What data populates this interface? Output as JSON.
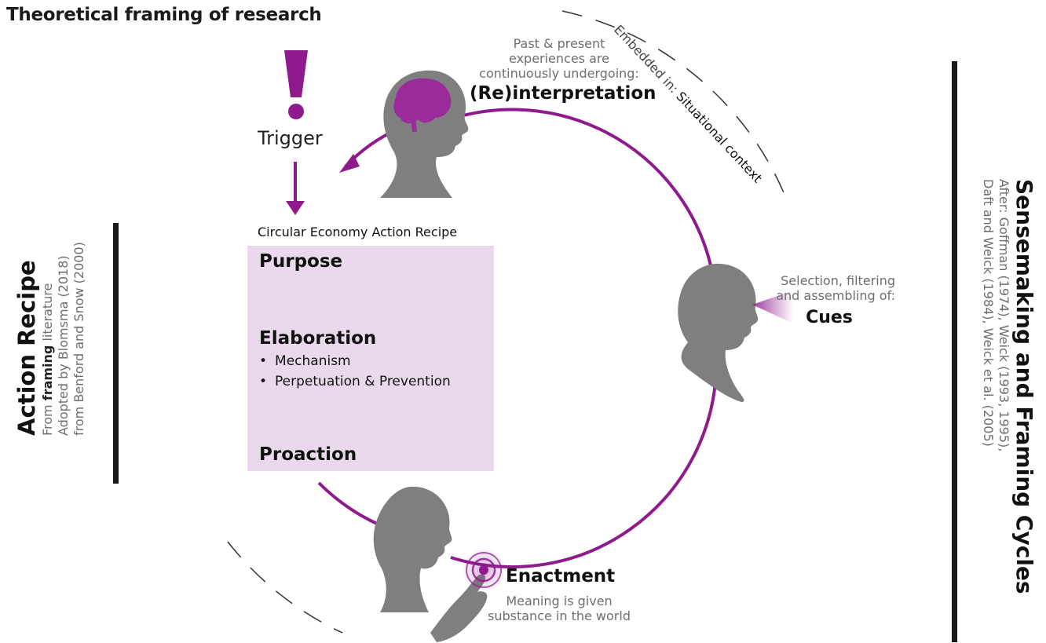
{
  "title": "Theoretical framing of research",
  "trigger": {
    "label": "Trigger"
  },
  "recipe": {
    "heading": "Circular Economy Action Recipe",
    "purpose": "Purpose",
    "elaboration": "Elaboration",
    "bullets": [
      "Mechanism",
      "Perpetuation & Prevention"
    ],
    "proaction": "Proaction"
  },
  "reinterpretation": {
    "sub": [
      "Past & present",
      "experiences are",
      "continuously undergoing:"
    ],
    "label": "(Re)interpretation"
  },
  "cues": {
    "sub": [
      "Selection, filtering",
      "and assembling of:"
    ],
    "label": "Cues"
  },
  "enactment": {
    "label": "Enactment",
    "sub": [
      "Meaning is given",
      "substance in the world"
    ]
  },
  "embedded": {
    "prefix": "Embedded in:",
    "context": "Situational context"
  },
  "action_recipe_side": {
    "title": "Action Recipe",
    "line1_pre": "From ",
    "line1_bold": "framing",
    "line1_post": " literature",
    "line2": "Adopted by Blomsma (2018)",
    "line3": "from  Benford and Snow (2000)"
  },
  "sensemaking_side": {
    "title": "Sensemaking  and Framing Cycles",
    "line1": "After: Goffman (1974), Weick (1993, 1995),",
    "line2": "Daft and Weick (1984), Weick et al. (2005)"
  },
  "colors": {
    "accent": "#8e1a8e",
    "brain": "#9b2a9b",
    "head": "#7f7f7f",
    "box": "#ead9ec",
    "bar": "#1a1a1a"
  }
}
